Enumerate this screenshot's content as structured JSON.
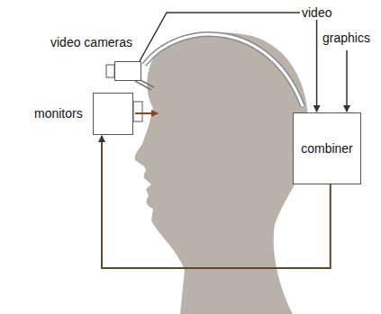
{
  "diagram": {
    "nodes": [
      {
        "text": [
          "video cameras"
        ]
      },
      {
        "text": [
          "monitors"
        ]
      },
      {
        "text": [
          "combiner"
        ]
      }
    ],
    "edges": [
      {
        "from": 0,
        "to": 2,
        "arrow": "to",
        "label": "video"
      },
      {
        "from": 2,
        "to": 1,
        "arrow": "to"
      }
    ],
    "labels": [
      "graphics"
    ]
  }
}
